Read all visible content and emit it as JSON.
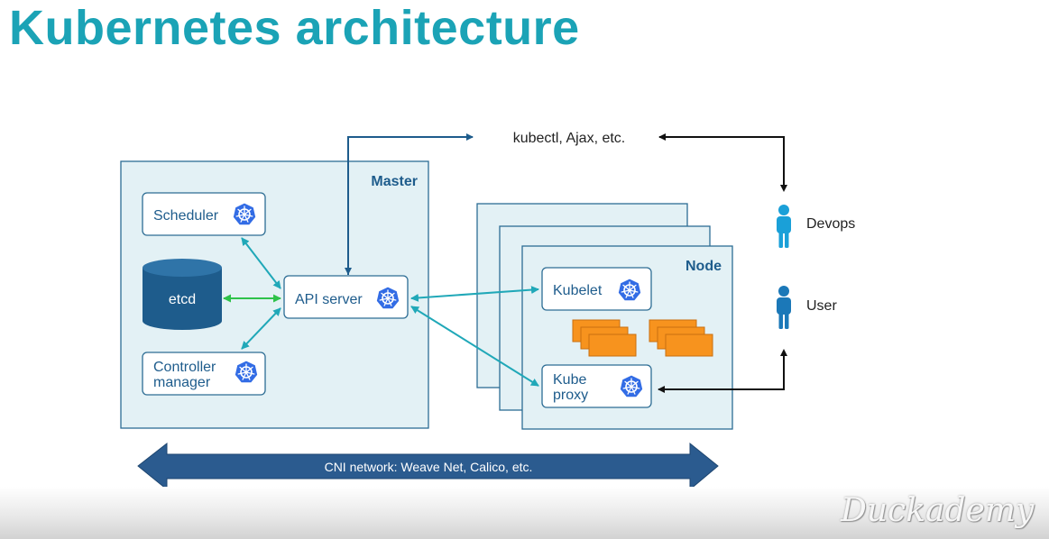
{
  "page_title": "Kubernetes architecture",
  "diagram": {
    "master": {
      "label": "Master",
      "scheduler": "Scheduler",
      "etcd": "etcd",
      "api_server": "API server",
      "controller_line1": "Controller",
      "controller_line2": "manager"
    },
    "node": {
      "label": "Node",
      "kubelet": "Kubelet",
      "kube_proxy_line1": "Kube",
      "kube_proxy_line2": "proxy"
    },
    "clients": "kubectl, Ajax, etc.",
    "actors": {
      "devops": "Devops",
      "user": "User"
    },
    "network": "CNI network: Weave Net, Calico, etc."
  },
  "watermark": "Duckademy",
  "colors": {
    "title": "#1ba3b6",
    "panel_fill": "#e3f1f5",
    "panel_border": "#2d6d94",
    "label_dark_blue": "#1e5c8c",
    "teal_arrow": "#20a8b8",
    "green_arrow": "#2ec24a",
    "network_arrow": "#2b5b8f",
    "pod_orange": "#f7931e",
    "person_devops": "#1aa0d8",
    "person_user": "#1b78b8",
    "k8s_logo": "#326ce5"
  },
  "icons": [
    "kubernetes-helm-icon",
    "person-icon",
    "database-cylinder-icon",
    "pod-stack-icon"
  ]
}
